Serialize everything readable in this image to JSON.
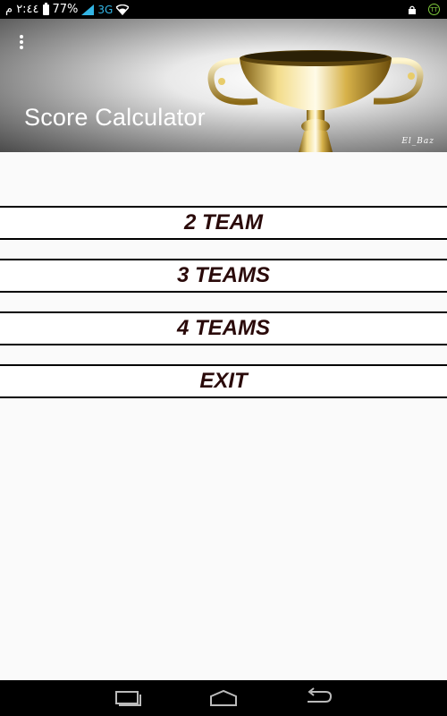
{
  "status_bar": {
    "time": "٢:٤٤ م",
    "battery": "77%",
    "network": "3G",
    "icons": [
      "battery-icon",
      "signal-icon",
      "wifi-icon",
      "lock-icon",
      "tt-app-icon"
    ]
  },
  "header": {
    "title": "Score Calculator",
    "watermark": "El_Baz",
    "menu_icon": "overflow-menu-icon"
  },
  "menu": {
    "items": [
      {
        "label": "2 TEAM"
      },
      {
        "label": "3 TEAMS"
      },
      {
        "label": "4 TEAMS"
      },
      {
        "label": "EXIT"
      }
    ],
    "text_color": "#2a0a0a"
  },
  "nav_bar": {
    "icons": [
      "recent-apps-icon",
      "home-icon",
      "back-icon"
    ]
  }
}
